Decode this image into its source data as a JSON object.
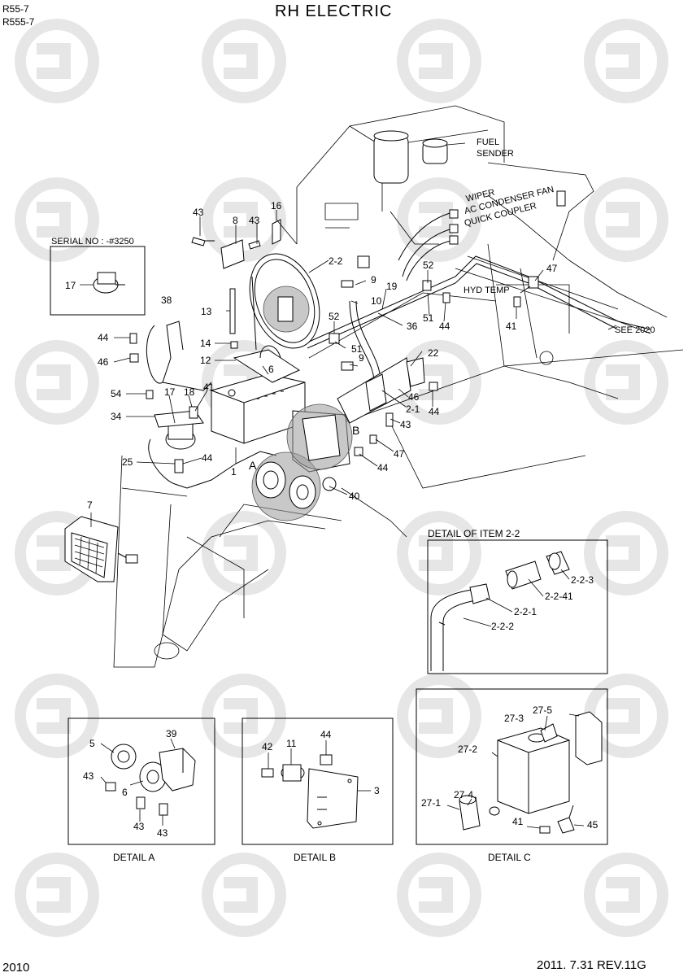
{
  "header": {
    "model_line1": "R55-7",
    "model_line2": "R555-7",
    "title": "RH ELECTRIC"
  },
  "footer": {
    "page_number": "2010",
    "date_rev": "2011. 7.31  REV.11G"
  },
  "notes": {
    "serial_no": "SERIAL NO : -#3250",
    "fuel_sender": [
      "FUEL",
      "SENDER"
    ],
    "hyd_temp": "HYD TEMP",
    "see_2020": "SEE 2020",
    "slanted_top": "WIPER",
    "slanted_mid": "AC CONDENSER FAN",
    "slanted_bot": "QUICK COUPLER"
  },
  "details": {
    "detail_2_2_title": "DETAIL OF ITEM 2-2",
    "detail_a": "DETAIL A",
    "detail_b": "DETAIL B",
    "detail_c": "DETAIL C",
    "letter_a": "A",
    "letter_b": "B"
  },
  "callouts": {
    "c43a": "43",
    "c8": "8",
    "c43b": "43",
    "c16": "16",
    "c2_2": "2-2",
    "c17s": "17",
    "c38": "38",
    "c13": "13",
    "c9a": "9",
    "c10": "10",
    "c19": "19",
    "c52a": "52",
    "c47a": "47",
    "c44a": "44",
    "c46a": "46",
    "c14": "14",
    "c12": "12",
    "c52b": "52",
    "c51a": "51",
    "c36": "36",
    "c51b": "51",
    "c44b": "44",
    "c41a": "41",
    "c54": "54",
    "c17": "17",
    "c18": "18",
    "c41b": "41",
    "c6": "6",
    "c9b": "9",
    "c22": "22",
    "c34": "34",
    "c46b": "46",
    "c44c": "44",
    "c2_1": "2-1",
    "c43c": "43",
    "c25": "25",
    "c44d": "44",
    "c1": "1",
    "c47b": "47",
    "c44e": "44",
    "c40": "40",
    "c7": "7",
    "d22_3": "2-2-3",
    "d22_41": "2-2-41",
    "d22_1": "2-2-1",
    "d22_2": "2-2-2",
    "da5": "5",
    "da39": "39",
    "da43a": "43",
    "da6": "6",
    "da43b": "43",
    "da43c": "43",
    "db42": "42",
    "db11": "11",
    "db44": "44",
    "db3": "3",
    "dc27_5": "27-5",
    "dc27_3": "27-3",
    "dc27_2": "27-2",
    "dc27_4": "27-4",
    "dc27_1": "27-1",
    "dc41": "41",
    "dc45": "45"
  }
}
